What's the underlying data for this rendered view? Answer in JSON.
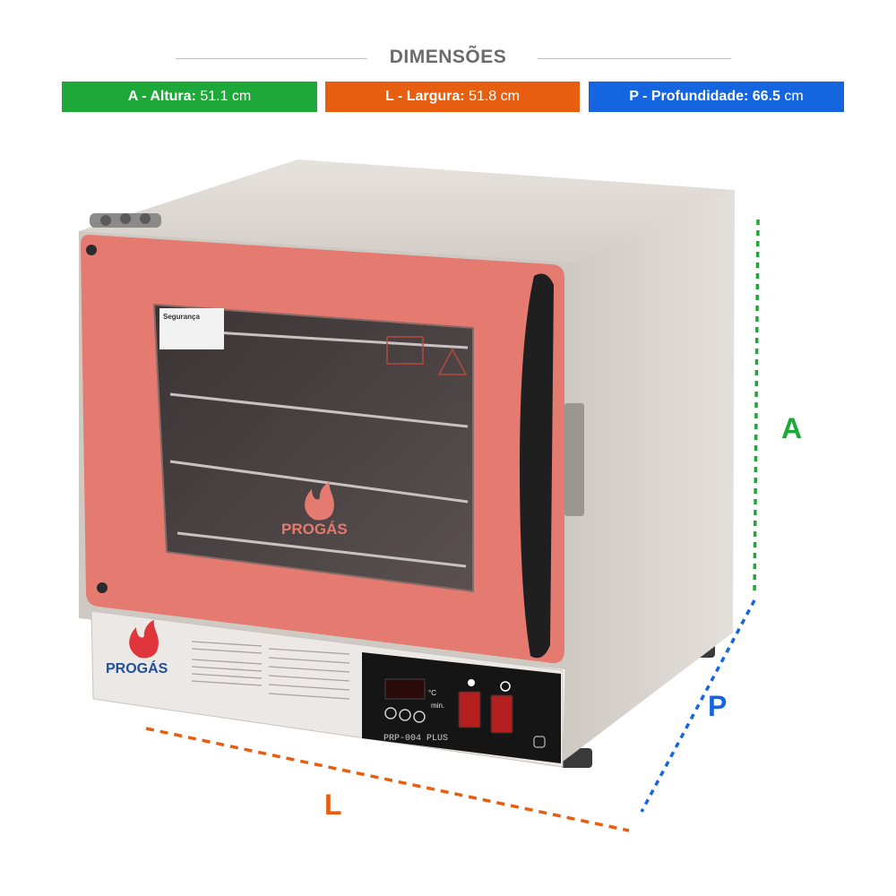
{
  "header": {
    "title": "DIMENSÕES"
  },
  "badges": {
    "height": {
      "label": "A - Altura:",
      "value": "51.1 cm",
      "color": "#1fa83a"
    },
    "width": {
      "label": "L - Largura:",
      "value": "51.8 cm",
      "color": "#e85e10"
    },
    "depth": {
      "label": "P - Profundidade:",
      "value": "66.5",
      "unit": "cm",
      "color": "#1665e0"
    }
  },
  "dimension_letters": {
    "height": "A",
    "depth": "P",
    "width": "L"
  },
  "oven": {
    "brand": "PROGÁS",
    "model": "PRP-004 PLUS",
    "safety_label": "Segurança",
    "temp_unit": "°C",
    "time_unit": "min.",
    "door_color": "#e47a70",
    "body_color": "#d9d4cf"
  }
}
